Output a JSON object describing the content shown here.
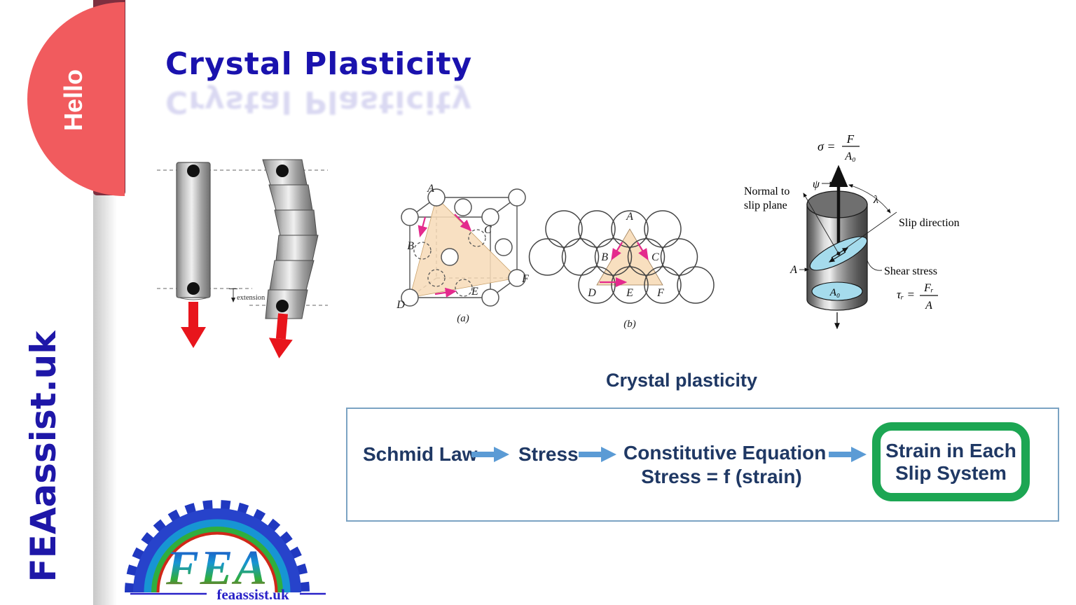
{
  "slide": {
    "title": "Crystal Plasticity"
  },
  "ribbon": {
    "label": "Hello"
  },
  "watermark": {
    "label": "FEAassist.uk"
  },
  "tension": {
    "extension_label": "extension"
  },
  "lattice": {
    "points": [
      "A",
      "B",
      "C",
      "D",
      "E",
      "F"
    ],
    "caption_a": "(a)",
    "caption_b": "(b)"
  },
  "schmid": {
    "sigma_lhs": "σ =",
    "sigma_num": "F",
    "sigma_den": "A₀",
    "normal_line1": "Normal to",
    "normal_line2": "slip plane",
    "psi": "ψ",
    "lambda": "λ",
    "slip_direction": "Slip direction",
    "area": "A",
    "area0": "A₀",
    "shear": "Shear stress",
    "tau_lhs": "τᵣ =",
    "tau_num": "Fᵣ",
    "tau_den": "A"
  },
  "flow": {
    "heading": "Crystal plasticity",
    "step1": "Schmid Law",
    "step2": "Stress",
    "step3_line1": "Constitutive Equation",
    "step3_line2": "Stress = f (strain)",
    "step4_line1": "Strain in Each",
    "step4_line2": "Slip System"
  },
  "logo": {
    "acronym": "FEA",
    "site": "feaassist.uk"
  },
  "colors": {
    "accent_red": "#f15b5e",
    "ribbon_dark": "#7e2f3f",
    "title_blue": "#1a12ae",
    "navy": "#1f3864",
    "arrow_blue": "#5b9bd5",
    "highlight_green": "#1ca653",
    "slip_magenta": "#e42a8d",
    "plane_tan": "#f7dcba",
    "slip_plane_blue": "#a5dbec",
    "specimen_red": "#e8151c"
  }
}
